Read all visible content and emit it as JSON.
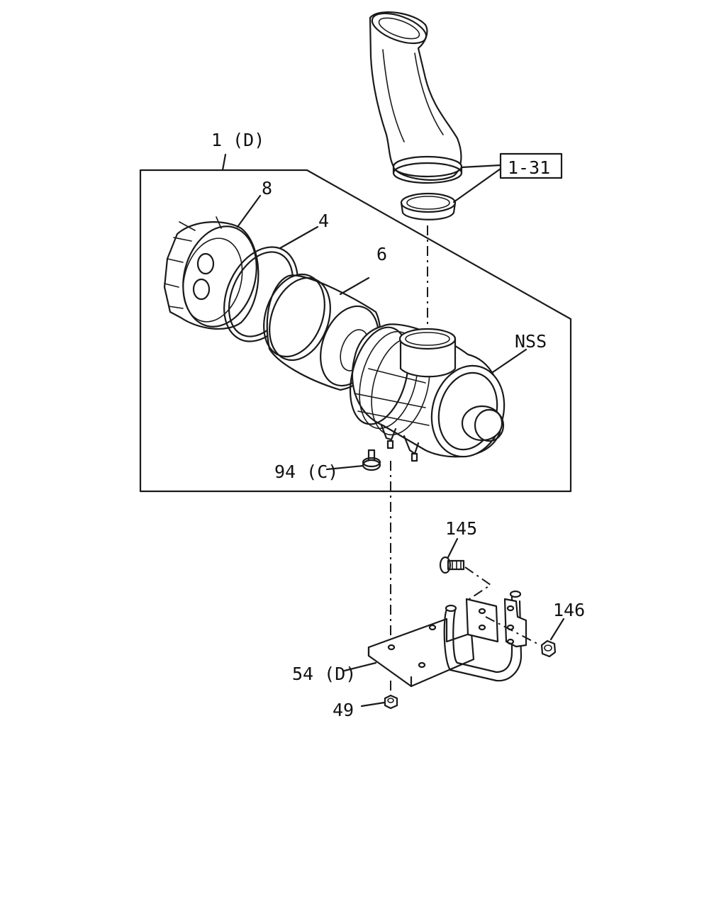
{
  "callouts": {
    "assembly": "1 (D)",
    "cover": "8",
    "seal": "4",
    "element": "6",
    "housing": "NSS",
    "duct_ref": "1-31",
    "stud": "94 (C)",
    "bolt": "145",
    "bracket": "54 (D)",
    "nut_right": "146",
    "nut_bottom": "49"
  },
  "colors": {
    "line": "#1a1a1a",
    "background": "#ffffff"
  }
}
